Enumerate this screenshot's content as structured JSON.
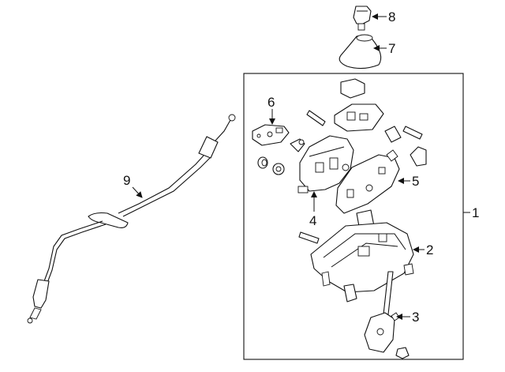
{
  "diagram": {
    "colors": {
      "ink": "#111111",
      "paper": "#ffffff"
    },
    "callouts": [
      {
        "id": "1",
        "label": "1"
      },
      {
        "id": "2",
        "label": "2"
      },
      {
        "id": "3",
        "label": "3"
      },
      {
        "id": "4",
        "label": "4"
      },
      {
        "id": "5",
        "label": "5"
      },
      {
        "id": "6",
        "label": "6"
      },
      {
        "id": "7",
        "label": "7"
      },
      {
        "id": "8",
        "label": "8"
      },
      {
        "id": "9",
        "label": "9"
      }
    ]
  }
}
